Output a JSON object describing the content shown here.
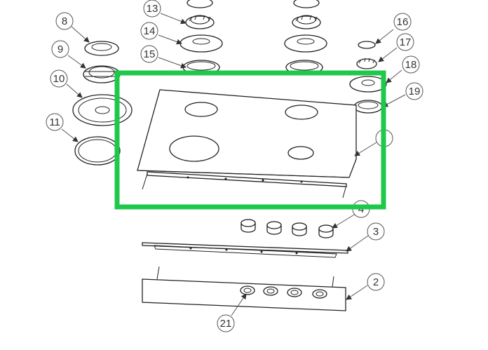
{
  "diagram": {
    "highlight_color": "#1ec94a",
    "line_color": "#222222",
    "callouts": [
      "2",
      "3",
      "4",
      "8",
      "9",
      "10",
      "11",
      "13",
      "14",
      "15",
      "16",
      "17",
      "18",
      "19",
      "21",
      ""
    ]
  }
}
